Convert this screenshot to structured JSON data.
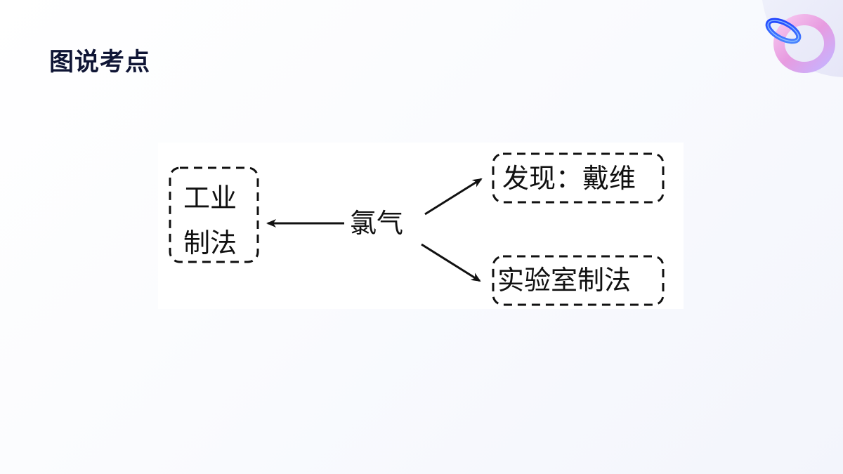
{
  "header": {
    "title": "图说考点"
  },
  "decor": {
    "ring_icon": "ring-icon",
    "ring_colors": [
      "#2f5dff",
      "#f2a6e8",
      "#c9b6ff"
    ]
  },
  "diagram": {
    "center": "氯气",
    "left_box": {
      "line1": "工业",
      "line2": "制法"
    },
    "top_right_box": "发现：戴维",
    "bottom_right_box": "实验室制法"
  }
}
